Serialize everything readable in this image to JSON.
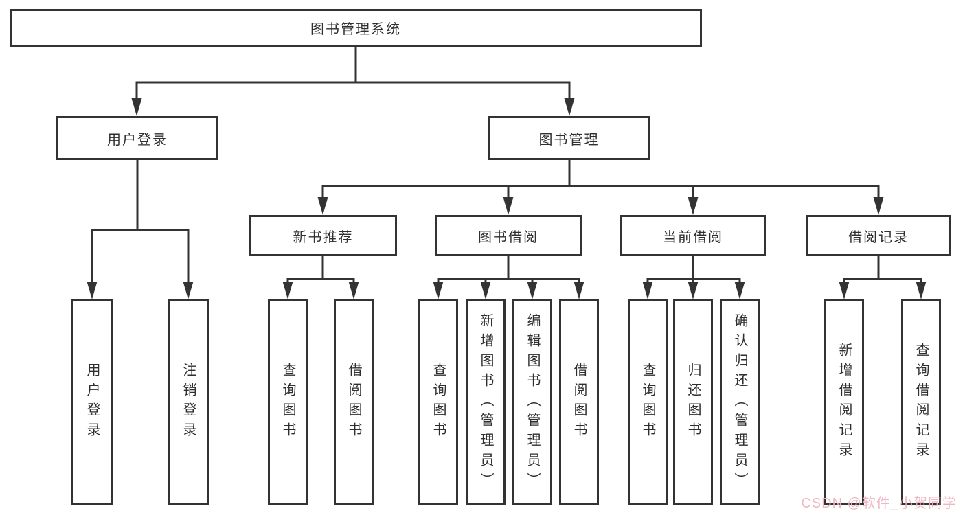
{
  "diagram_title": "图书管理系统",
  "tree": {
    "root": {
      "label": "图书管理系统"
    },
    "branches": [
      {
        "label": "用户登录",
        "children": [
          {
            "label": "用户登录"
          },
          {
            "label": "注销登录"
          }
        ]
      },
      {
        "label": "图书管理",
        "children": [
          {
            "label": "新书推荐",
            "children": [
              {
                "label": "查询图书"
              },
              {
                "label": "借阅图书"
              }
            ]
          },
          {
            "label": "图书借阅",
            "children": [
              {
                "label": "查询图书"
              },
              {
                "label": "新增图书（管理员）"
              },
              {
                "label": "编辑图书（管理员）"
              },
              {
                "label": "借阅图书"
              }
            ]
          },
          {
            "label": "当前借阅",
            "children": [
              {
                "label": "查询图书"
              },
              {
                "label": "归还图书"
              },
              {
                "label": "确认归还（管理员）"
              }
            ]
          },
          {
            "label": "借阅记录",
            "children": [
              {
                "label": "新增借阅记录"
              },
              {
                "label": "查询借阅记录"
              }
            ]
          }
        ]
      }
    ]
  },
  "watermark": {
    "text": "CSDN @软件_小贺同学",
    "color": "#eeb1bf"
  },
  "colors": {
    "line": "#333333",
    "box_border": "#333333",
    "box_background": "#ffffff",
    "text": "#2f2f2f",
    "page_background": "#ffffff"
  }
}
